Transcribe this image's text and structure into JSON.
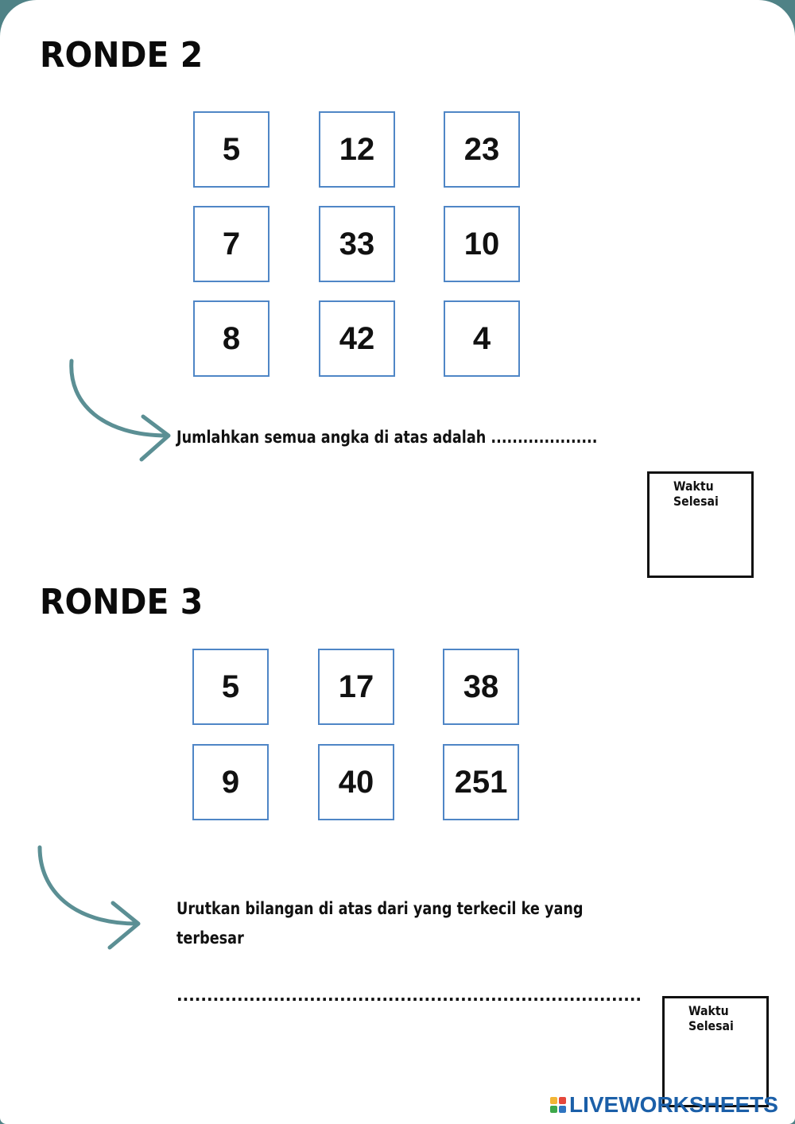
{
  "round2": {
    "title": "RONDE 2",
    "numbers": [
      "5",
      "12",
      "23",
      "7",
      "33",
      "10",
      "8",
      "42",
      "4"
    ],
    "instruction": "Jumlahkan semua angka di atas adalah ....................",
    "time_label": "Waktu\nSelesai"
  },
  "round3": {
    "title": "RONDE 3",
    "numbers": [
      "5",
      "17",
      "38",
      "9",
      "40",
      "251"
    ],
    "instruction_line1": "Urutkan bilangan di atas dari yang terkecil ke yang",
    "instruction_line2": "terbesar",
    "answer_dots": "...................................................................................",
    "time_label": "Waktu\nSelesai"
  },
  "logo": {
    "text": "LIVEWORKSHEETS",
    "colors": [
      "#f2b535",
      "#e5473b",
      "#3da84a",
      "#2f74c0"
    ]
  },
  "colors": {
    "box_border": "#4f86c6",
    "arrow": "#5b8f94",
    "frame": "#4f8286"
  }
}
